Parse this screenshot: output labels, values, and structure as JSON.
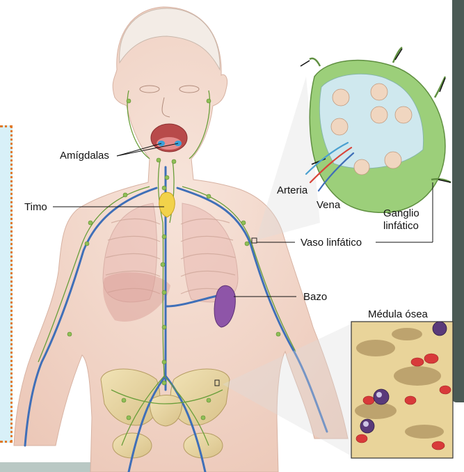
{
  "labels": {
    "tonsils": "Amígdalas",
    "thymus": "Timo",
    "artery": "Arteria",
    "vein": "Vena",
    "node_line1": "Ganglio",
    "node_line2": "linfático",
    "lymph_vessel": "Vaso linfático",
    "spleen": "Bazo",
    "marrow": "Médula ósea"
  },
  "colors": {
    "skin": "#f3d9cc",
    "lymph": "#7fb04a",
    "vein": "#3f6fb8",
    "spleen": "#8e55a8",
    "thymus": "#f2d24a",
    "bone": "#e8d8a8",
    "node": "#9ccf7a",
    "side_border": "#e07a2a"
  }
}
